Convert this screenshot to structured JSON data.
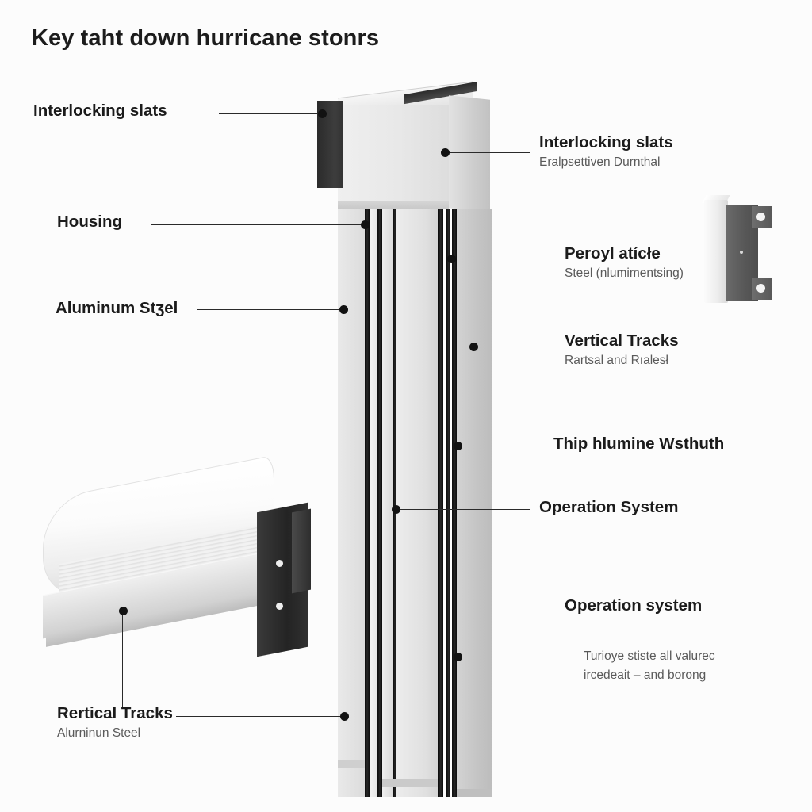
{
  "title": "Key taht down hurricane stonrs",
  "labels_left": [
    {
      "id": "interlocking-slats",
      "title": "Interlocking slats",
      "sub": ""
    },
    {
      "id": "housing",
      "title": "Housing",
      "sub": ""
    },
    {
      "id": "aluminum-steel",
      "title": "Aluminum Stʒel",
      "sub": ""
    },
    {
      "id": "rertical-tracks",
      "title": "Rertical Tracks",
      "sub": "Alurninun Steel"
    }
  ],
  "labels_right": [
    {
      "id": "interlocking-slats-right",
      "title": "Interlocking slats",
      "sub": "Eralpsettiven Durnthal"
    },
    {
      "id": "peroul-aticle",
      "title": "Peroуl atícłe",
      "sub": "Steel (nlumimentsing)"
    },
    {
      "id": "vertical-tracks",
      "title": "Vertical Tracks",
      "sub": "Rartsal and Rıalesł"
    },
    {
      "id": "thip-hlumine",
      "title": "Thip hlumine Wsthuth",
      "sub": ""
    },
    {
      "id": "operation-system",
      "title": "Operation System",
      "sub": ""
    },
    {
      "id": "operation-system-2",
      "title": "Operation system",
      "sub": ""
    }
  ],
  "footnote": {
    "line1": "Turioye stiste all valurec",
    "line2": "ircedeait – and borong"
  },
  "colors": {
    "background": "#fcfcfc",
    "text": "#1b1b1b",
    "subtext": "#5a5a5a",
    "leader": "#2a2a2a",
    "metal_light": "#f0f0f0",
    "metal_mid": "#d8d8d8",
    "metal_dark": "#2b2b2b",
    "groove": "#101010"
  },
  "diagram": {
    "type": "exploded-product-callout",
    "subject": "roller shutter / hurricane storm shutter assembly",
    "parts": [
      "housing box",
      "interlocking slat column",
      "vertical tracks",
      "rolled shutter assembly",
      "mounting bracket"
    ]
  }
}
